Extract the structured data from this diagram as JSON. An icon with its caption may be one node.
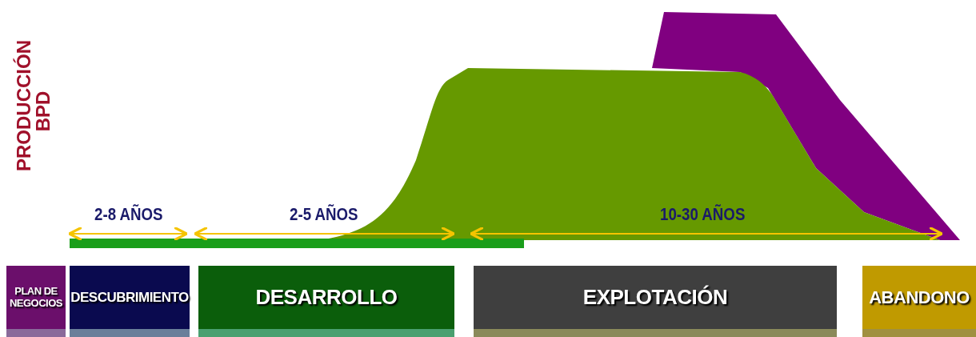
{
  "diagram": {
    "nodes": [
      {
        "text": [
          "PLAN DE NEGOCIOS"
        ]
      },
      {
        "text": [
          "DESCUBRIMIENTO"
        ]
      },
      {
        "text": [
          "DESARROLLO"
        ]
      },
      {
        "text": [
          "EXPLOTACIÓN"
        ]
      },
      {
        "text": [
          "ABANDONO"
        ]
      }
    ],
    "labels": [
      "PRODUCCIÓN BPD",
      "2-8 AÑOS",
      "2-5 AÑOS",
      "10-30 AÑOS"
    ]
  }
}
